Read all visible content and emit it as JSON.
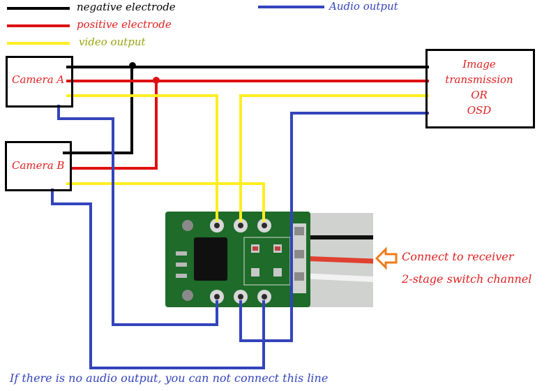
{
  "legend": {
    "negative": {
      "label": "negative electrode",
      "color": "#000000"
    },
    "positive": {
      "label": "positive electrode",
      "color": "#e02020"
    },
    "video": {
      "label": "video output",
      "color": "#9aa510",
      "line_color": "#ffee22"
    },
    "audio": {
      "label": "Audio output",
      "color": "#3344bb"
    }
  },
  "camera_a": {
    "label": "Camera A"
  },
  "camera_b": {
    "label": "Camera B"
  },
  "image_box": {
    "line1": "Image",
    "line2": "transmission",
    "line3": "OR",
    "line4": "OSD"
  },
  "receiver_note": {
    "line1": "Connect to receiver",
    "line2": "2-stage switch channel"
  },
  "footer_note": "If there is no audio output, you can not connect this line",
  "colors": {
    "text_red": "#e02020",
    "text_blue": "#3344bb",
    "wire_black": "#000000",
    "wire_red": "#dd1111",
    "wire_yellow": "#ffee22",
    "wire_blue": "#3344bb",
    "pcb_green": "#1e6b2a",
    "arrow_orange": "#f07a18"
  }
}
